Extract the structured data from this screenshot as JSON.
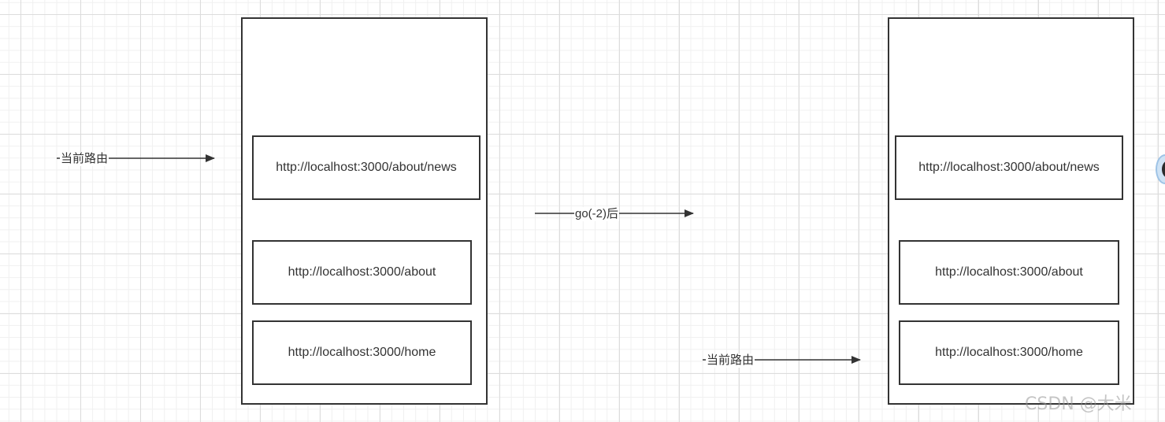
{
  "left_stack": {
    "entries": [
      "http://localhost:3000/about/news",
      "http://localhost:3000/about",
      "http://localhost:3000/home"
    ],
    "pointer_label": "当前路由"
  },
  "transition": {
    "label": "go(-2)后"
  },
  "right_stack": {
    "entries": [
      "http://localhost:3000/about/news",
      "http://localhost:3000/about",
      "http://localhost:3000/home"
    ],
    "pointer_label": "当前路由"
  },
  "watermark": "CSDN @大米",
  "colors": {
    "stroke": "#333333",
    "grid_major": "#dcdcdc",
    "grid_minor": "#f0f0f0"
  }
}
